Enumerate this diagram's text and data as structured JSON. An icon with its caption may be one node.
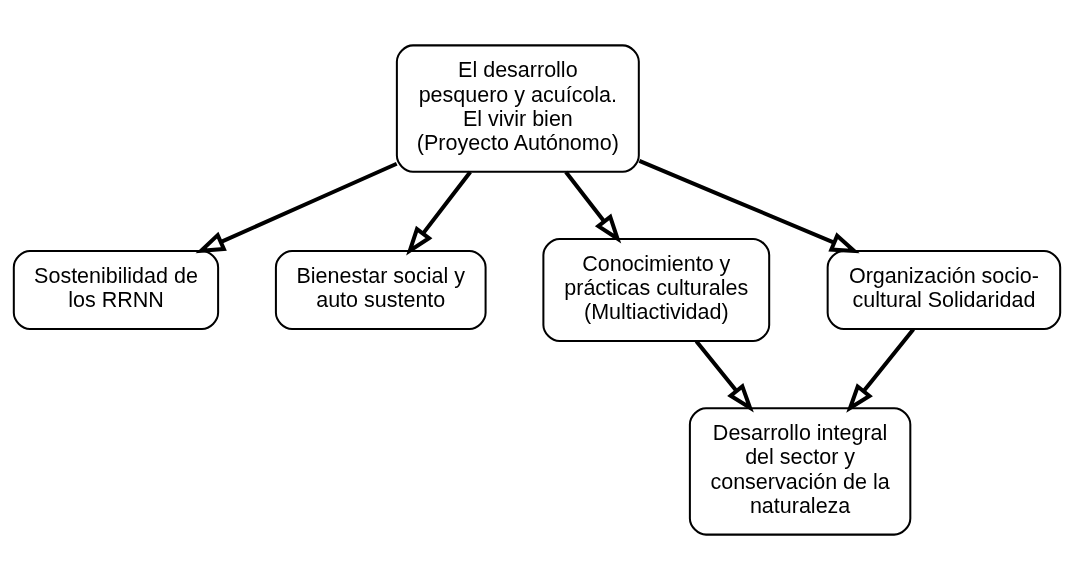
{
  "diagram": {
    "nodes": [
      {
        "text": [
          "El desarrollo pesquero y acuícola. El vivir bien (Proyecto Autónomo)"
        ]
      },
      {
        "text": [
          "Sostenibilidad de los RRNN"
        ]
      },
      {
        "text": [
          "Bienestar social y auto sustento"
        ]
      },
      {
        "text": [
          "Conocimiento y prácticas culturales (Multiactividad)"
        ]
      },
      {
        "text": [
          "Organización socio-cultural Solidaridad"
        ]
      },
      {
        "text": [
          "Desarrollo integral del sector y conservación de la naturaleza"
        ]
      }
    ],
    "edges": [
      {
        "from": 0,
        "to": 1,
        "arrow": "to"
      },
      {
        "from": 0,
        "to": 2,
        "arrow": "to"
      },
      {
        "from": 0,
        "to": 3,
        "arrow": "to"
      },
      {
        "from": 0,
        "to": 4,
        "arrow": "to"
      },
      {
        "from": 3,
        "to": 5,
        "arrow": "to"
      },
      {
        "from": 4,
        "to": 5,
        "arrow": "to"
      }
    ]
  }
}
